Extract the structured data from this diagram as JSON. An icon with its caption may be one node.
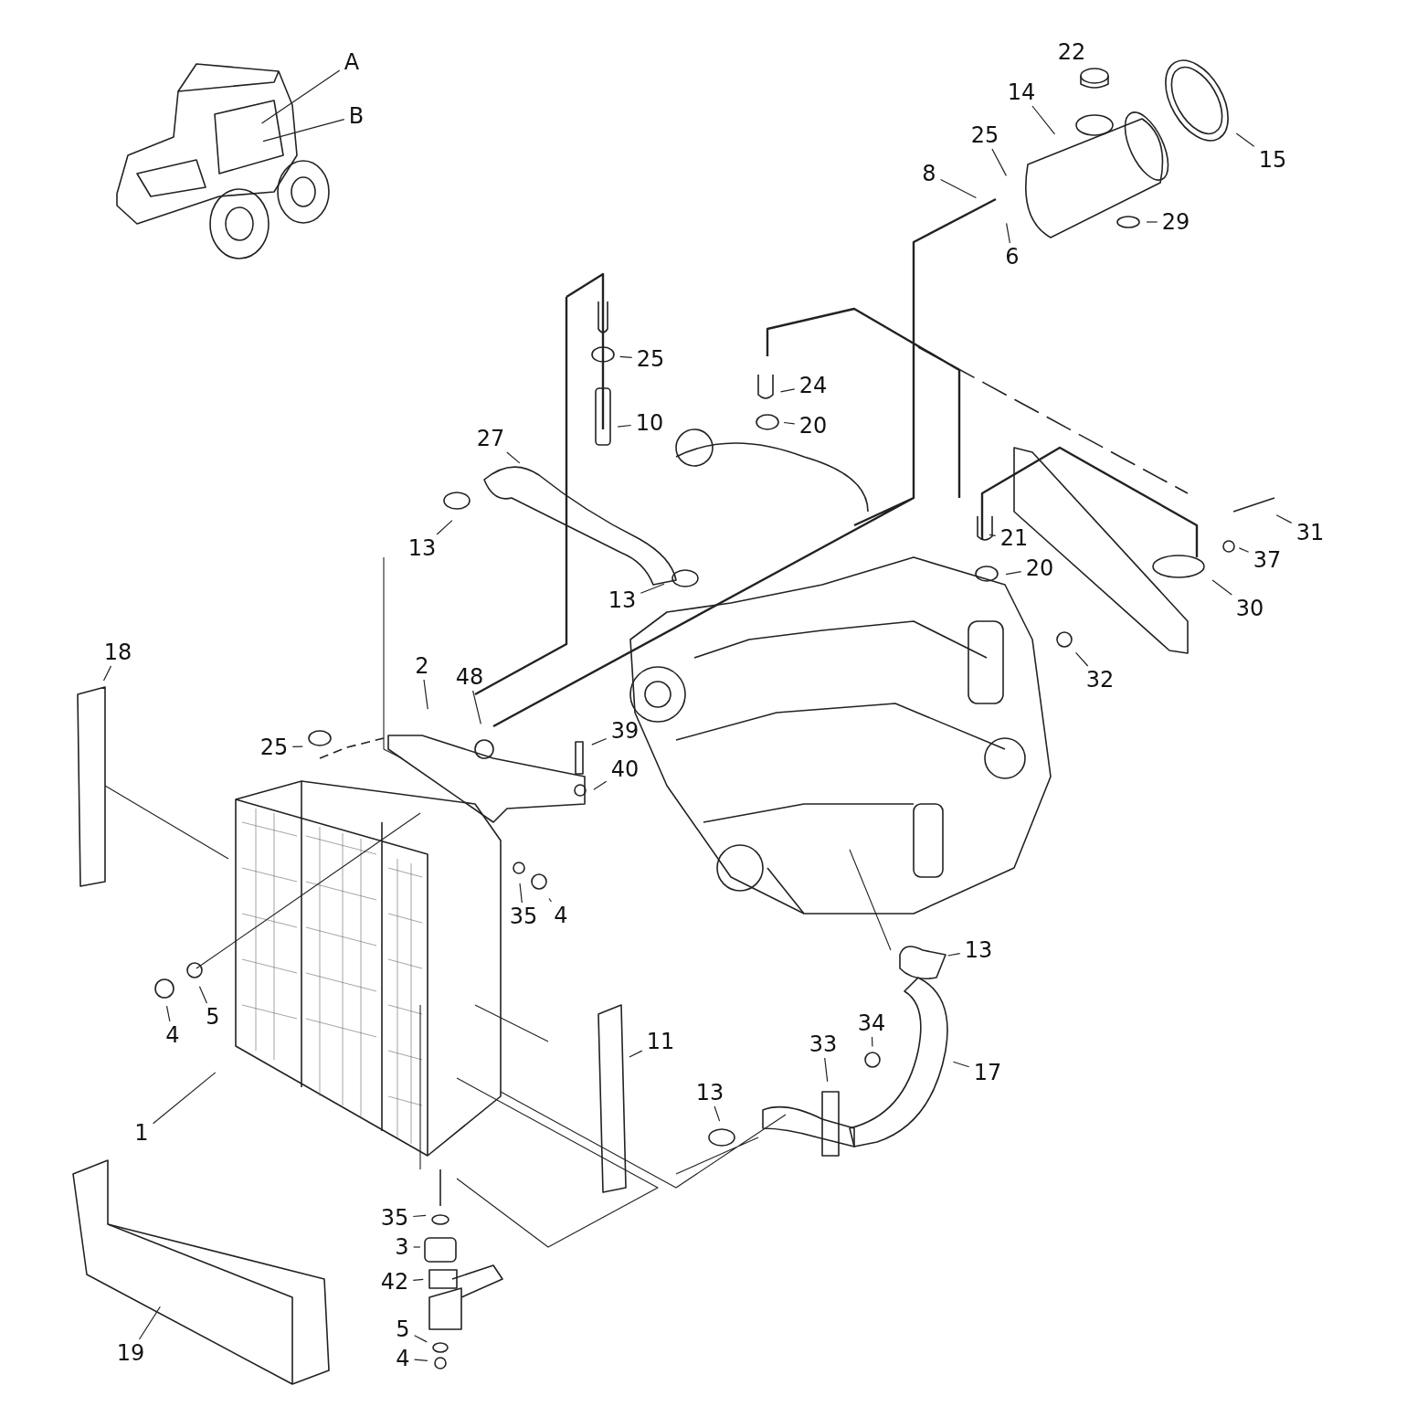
{
  "diagram": {
    "nodes": [
      {
        "text": [
          "A"
        ]
      },
      {
        "text": [
          "B"
        ]
      },
      {
        "text": [
          "14"
        ]
      },
      {
        "text": [
          "25"
        ]
      },
      {
        "text": [
          "15"
        ]
      },
      {
        "text": [
          "8"
        ]
      },
      {
        "text": [
          "29"
        ]
      },
      {
        "text": [
          "6"
        ]
      },
      {
        "text": [
          "25"
        ]
      },
      {
        "text": [
          "24"
        ]
      },
      {
        "text": [
          "20"
        ]
      },
      {
        "text": [
          "10"
        ]
      },
      {
        "text": [
          "27"
        ]
      },
      {
        "text": [
          "13"
        ]
      },
      {
        "text": [
          "31"
        ]
      },
      {
        "text": [
          "21"
        ]
      },
      {
        "text": [
          "37"
        ]
      },
      {
        "text": [
          "20"
        ]
      },
      {
        "text": [
          "13"
        ]
      },
      {
        "text": [
          "30"
        ]
      },
      {
        "text": [
          "18"
        ]
      },
      {
        "text": [
          "32"
        ]
      },
      {
        "text": [
          "2"
        ]
      },
      {
        "text": [
          "48"
        ]
      },
      {
        "text": [
          "25"
        ]
      },
      {
        "text": [
          "39"
        ]
      },
      {
        "text": [
          "40"
        ]
      },
      {
        "text": [
          "35"
        ]
      },
      {
        "text": [
          "4"
        ]
      },
      {
        "text": [
          "13"
        ]
      },
      {
        "text": [
          "4"
        ]
      },
      {
        "text": [
          "5"
        ]
      },
      {
        "text": [
          "34"
        ]
      },
      {
        "text": [
          "11"
        ]
      },
      {
        "text": [
          "33"
        ]
      },
      {
        "text": [
          "17"
        ]
      },
      {
        "text": [
          "13"
        ]
      },
      {
        "text": [
          "1"
        ]
      },
      {
        "text": [
          "35"
        ]
      },
      {
        "text": [
          "3"
        ]
      },
      {
        "text": [
          "42"
        ]
      },
      {
        "text": [
          "5"
        ]
      },
      {
        "text": [
          "19"
        ]
      },
      {
        "text": [
          "4"
        ]
      }
    ],
    "edges": [
      {
        "from": 0,
        "to": null,
        "arrow": "none"
      },
      {
        "from": 1,
        "to": null,
        "arrow": "none"
      },
      {
        "from": 2,
        "to": null,
        "arrow": "none"
      },
      {
        "from": 3,
        "to": null,
        "arrow": "none"
      },
      {
        "from": 4,
        "to": null,
        "arrow": "none"
      },
      {
        "from": 5,
        "to": null,
        "arrow": "none"
      },
      {
        "from": 6,
        "to": null,
        "arrow": "none"
      },
      {
        "from": 7,
        "to": null,
        "arrow": "none"
      },
      {
        "from": 8,
        "to": null,
        "arrow": "none"
      },
      {
        "from": 9,
        "to": null,
        "arrow": "none"
      },
      {
        "from": 10,
        "to": null,
        "arrow": "none"
      },
      {
        "from": 11,
        "to": null,
        "arrow": "none"
      },
      {
        "from": 12,
        "to": null,
        "arrow": "none"
      },
      {
        "from": 13,
        "to": null,
        "arrow": "none"
      },
      {
        "from": 14,
        "to": null,
        "arrow": "none"
      },
      {
        "from": 15,
        "to": null,
        "arrow": "none"
      },
      {
        "from": 16,
        "to": null,
        "arrow": "none"
      },
      {
        "from": 17,
        "to": null,
        "arrow": "none"
      },
      {
        "from": 18,
        "to": null,
        "arrow": "none"
      },
      {
        "from": 19,
        "to": null,
        "arrow": "none"
      },
      {
        "from": 20,
        "to": null,
        "arrow": "none"
      },
      {
        "from": 21,
        "to": null,
        "arrow": "none"
      },
      {
        "from": 22,
        "to": null,
        "arrow": "none"
      },
      {
        "from": 23,
        "to": null,
        "arrow": "none"
      },
      {
        "from": 24,
        "to": null,
        "arrow": "none"
      },
      {
        "from": 25,
        "to": null,
        "arrow": "none"
      },
      {
        "from": 26,
        "to": null,
        "arrow": "none"
      },
      {
        "from": 27,
        "to": null,
        "arrow": "none"
      },
      {
        "from": 28,
        "to": null,
        "arrow": "none"
      },
      {
        "from": 29,
        "to": null,
        "arrow": "none"
      },
      {
        "from": 30,
        "to": null,
        "arrow": "none"
      },
      {
        "from": 31,
        "to": null,
        "arrow": "none"
      },
      {
        "from": 32,
        "to": null,
        "arrow": "none"
      },
      {
        "from": 33,
        "to": null,
        "arrow": "none"
      },
      {
        "from": 34,
        "to": null,
        "arrow": "none"
      },
      {
        "from": 35,
        "to": null,
        "arrow": "none"
      },
      {
        "from": 36,
        "to": null,
        "arrow": "none"
      },
      {
        "from": 37,
        "to": null,
        "arrow": "none"
      },
      {
        "from": 38,
        "to": null,
        "arrow": "none"
      },
      {
        "from": 39,
        "to": null,
        "arrow": "none"
      },
      {
        "from": 40,
        "to": null,
        "arrow": "none"
      },
      {
        "from": 41,
        "to": null,
        "arrow": "none"
      },
      {
        "from": 42,
        "to": null,
        "arrow": "none"
      },
      {
        "from": 43,
        "to": null,
        "arrow": "none"
      }
    ],
    "labels": [
      "22"
    ]
  }
}
